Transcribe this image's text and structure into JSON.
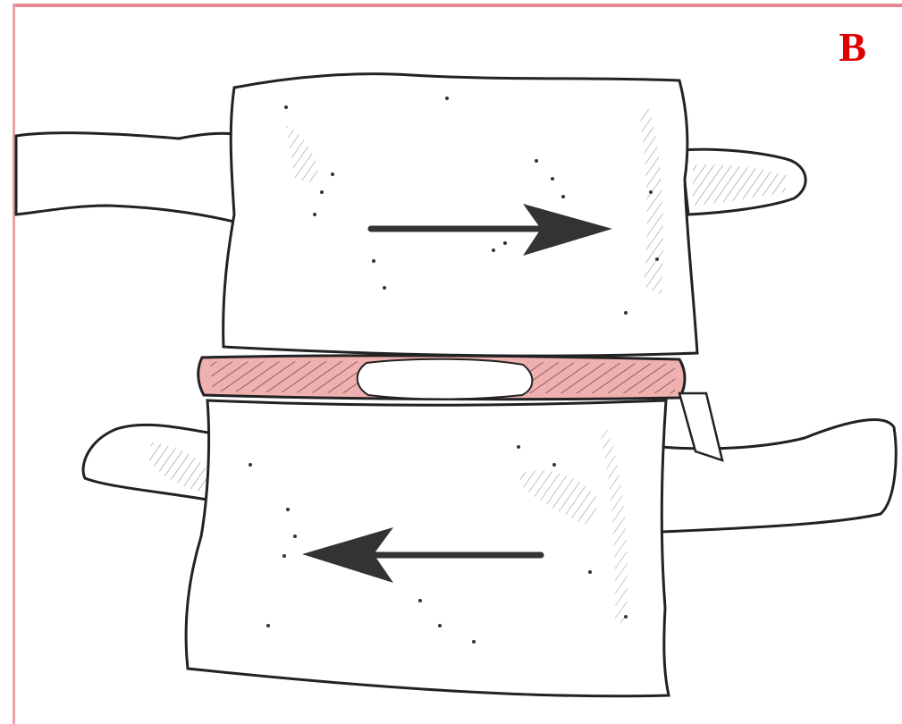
{
  "figure": {
    "panel_label": "B",
    "colors": {
      "panel_label": "#e00000",
      "border": "#e38a90",
      "disc": "#efb0b0",
      "outline": "#222222",
      "arrow": "#333333"
    },
    "elements": {
      "upper_vertebra": "upper-vertebral-body",
      "lower_vertebra": "lower-vertebral-body",
      "disc": "intervertebral-disc",
      "upper_arrow": "arrow-right",
      "lower_arrow": "arrow-left"
    }
  }
}
